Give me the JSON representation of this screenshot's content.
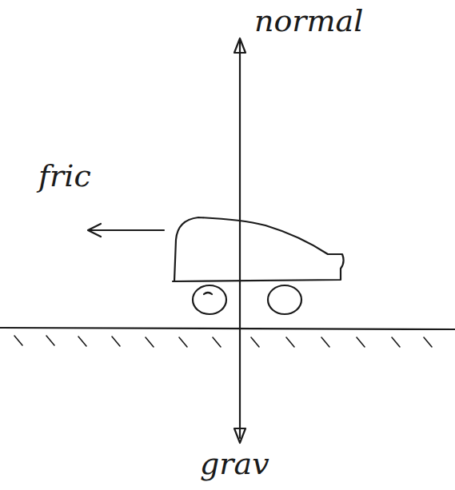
{
  "diagram": {
    "labels": [
      "normal",
      "fric",
      "grav"
    ]
  }
}
